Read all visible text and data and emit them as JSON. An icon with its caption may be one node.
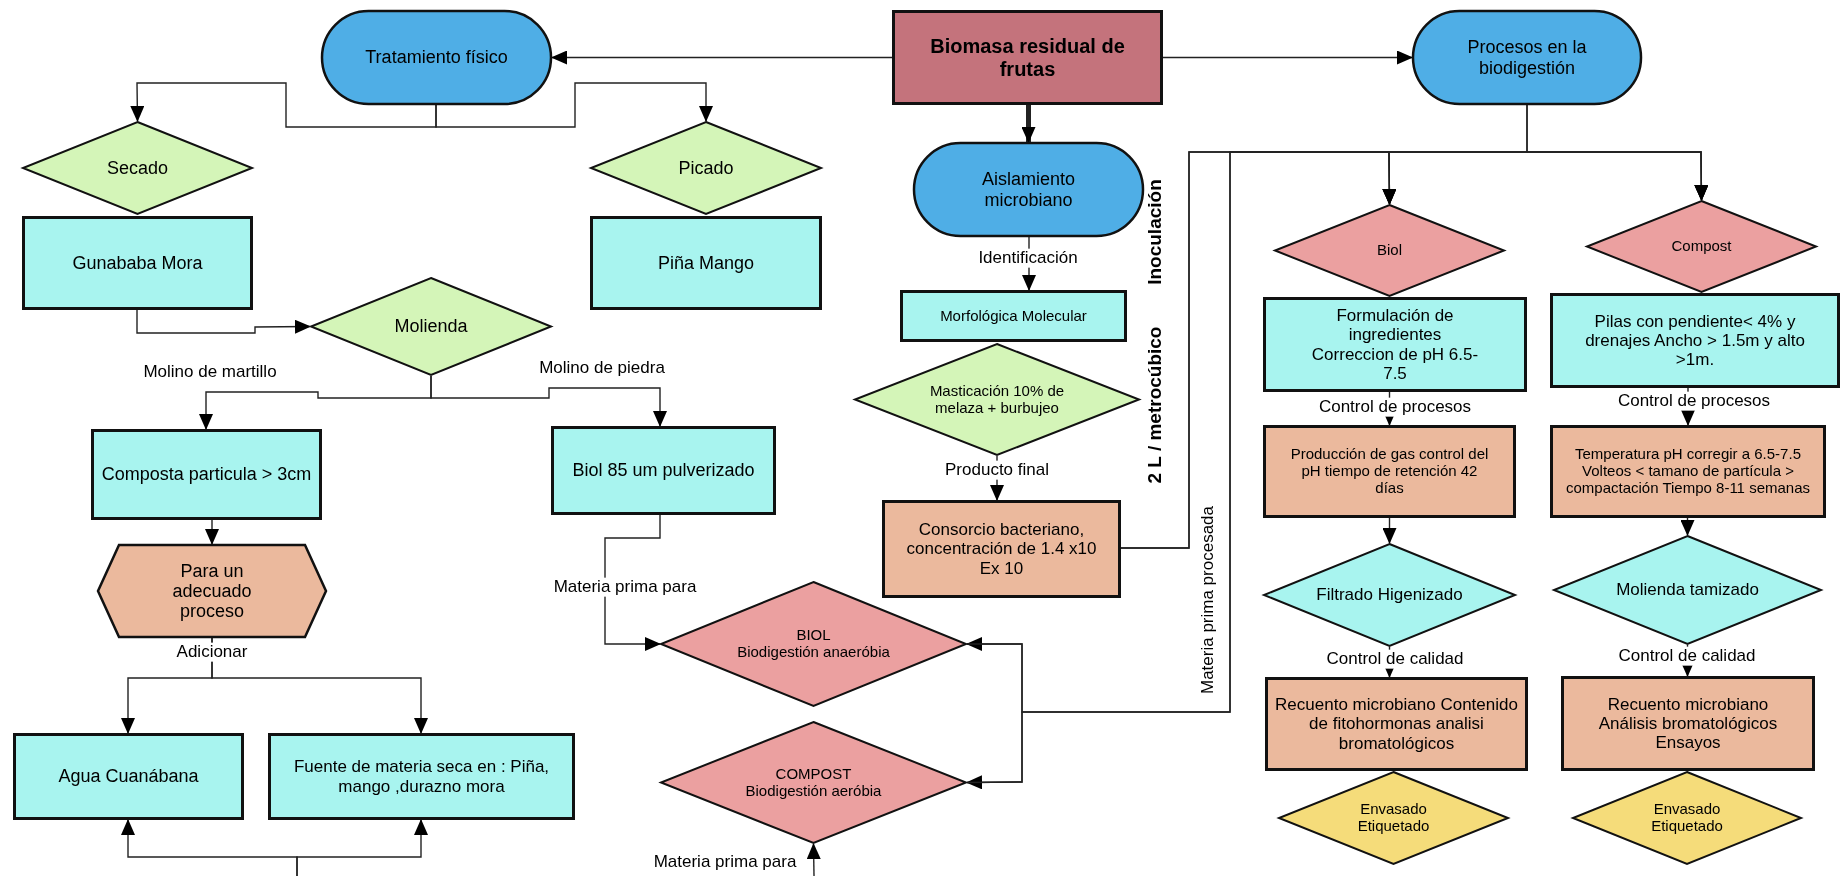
{
  "diagram": {
    "nodes": [
      {
        "text": [
          "Biomasa residual de frutas"
        ]
      },
      {
        "text": [
          "Tratamiento físico"
        ]
      },
      {
        "text": [
          "Procesos en la biodigestión"
        ]
      },
      {
        "text": [
          "Secado"
        ]
      },
      {
        "text": [
          "Picado"
        ]
      },
      {
        "text": [
          "Gunababa Mora"
        ]
      },
      {
        "text": [
          "Piña Mango"
        ]
      },
      {
        "text": [
          "Molienda"
        ]
      },
      {
        "text": [
          "Composta particula > 3cm"
        ]
      },
      {
        "text": [
          "Biol 85 um pulverizado"
        ]
      },
      {
        "text": [
          "Para un adecuado proceso"
        ]
      },
      {
        "text": [
          "Agua Cuanábana"
        ]
      },
      {
        "text": [
          "Fuente de materia seca en : Piña, mango ,durazno mora"
        ]
      },
      {
        "text": [
          "Aislamiento microbiano"
        ]
      },
      {
        "text": [
          "Morfológica Molecular"
        ]
      },
      {
        "text": [
          "Masticación 10% de melaza + burbujeo"
        ]
      },
      {
        "text": [
          "Consorcio bacteriano, concentración de 1.4 x10 Ex 10"
        ]
      },
      {
        "text": [
          "BIOL",
          "Biodigestión anaeróbia"
        ]
      },
      {
        "text": [
          "COMPOST",
          "Biodigestión aeróbia"
        ]
      },
      {
        "text": [
          "Biol"
        ]
      },
      {
        "text": [
          "Compost"
        ]
      },
      {
        "text": [
          "Formulación de ingredientes Correccion de pH 6.5-7.5"
        ]
      },
      {
        "text": [
          "Pilas con pendiente< 4% y drenajes Ancho > 1.5m y alto >1m."
        ]
      },
      {
        "text": [
          "Producción de gas control del pH tiempo de retención 42 días"
        ]
      },
      {
        "text": [
          "Temperatura pH corregir a 6.5-7.5 Volteos < tamano de partícula > compactación Tiempo 8-11 semanas"
        ]
      },
      {
        "text": [
          "Filtrado Higenizado"
        ]
      },
      {
        "text": [
          "Molienda tamizado"
        ]
      },
      {
        "text": [
          "Recuento microbiano Contenido de fitohormonas analisi bromatológicos"
        ]
      },
      {
        "text": [
          "Recuento microbiano Análisis bromatológicos Ensayos"
        ]
      },
      {
        "text": [
          "Envasado Etiquetado"
        ]
      },
      {
        "text": [
          "Envasado Etiquetado"
        ]
      }
    ],
    "edges": [
      {
        "from": 0,
        "to": 1,
        "arrow": "to"
      },
      {
        "from": 0,
        "to": 2,
        "arrow": "to"
      },
      {
        "from": 0,
        "to": 13,
        "arrow": "to",
        "style": "thick"
      },
      {
        "from": 1,
        "to": 3,
        "arrow": "to"
      },
      {
        "from": 1,
        "to": 4,
        "arrow": "to"
      },
      {
        "from": 5,
        "to": 7,
        "arrow": "to"
      },
      {
        "from": 7,
        "to": 8,
        "arrow": "to",
        "label": "Molino de martillo"
      },
      {
        "from": 7,
        "to": 9,
        "arrow": "to",
        "label": "Molino de piedra"
      },
      {
        "from": 8,
        "to": 10,
        "arrow": "to"
      },
      {
        "from": 10,
        "to": 11,
        "arrow": "to",
        "label": "Adicionar"
      },
      {
        "from": 10,
        "to": 12,
        "arrow": "to"
      },
      {
        "from": null,
        "to": 11,
        "arrow": "to"
      },
      {
        "from": null,
        "to": 12,
        "arrow": "to"
      },
      {
        "from": 9,
        "to": 17,
        "arrow": "to",
        "label": "Materia prima para"
      },
      {
        "from": null,
        "to": 18,
        "arrow": "to",
        "label": "Materia prima para"
      },
      {
        "from": 13,
        "to": 14,
        "arrow": "to",
        "label": "Identificación"
      },
      {
        "from": 15,
        "to": 16,
        "arrow": "to",
        "label": "Producto final"
      },
      {
        "from": 16,
        "to": 19,
        "arrow": "to",
        "label": "Inoculación"
      },
      {
        "from": 16,
        "to": 20,
        "arrow": "to",
        "label": "2 L / metrocúbico"
      },
      {
        "from": null,
        "to": 17,
        "arrow": "to"
      },
      {
        "from": null,
        "to": 18,
        "arrow": "to"
      },
      {
        "from": 17,
        "to": 19,
        "arrow": "to",
        "label": "Materia prima procesada"
      },
      {
        "from": 18,
        "to": 20,
        "arrow": "to"
      },
      {
        "from": 2,
        "to": 19,
        "arrow": "to"
      },
      {
        "from": 2,
        "to": 20,
        "arrow": "to"
      },
      {
        "from": 21,
        "to": 23,
        "arrow": "to",
        "label": "Control de procesos"
      },
      {
        "from": 22,
        "to": 24,
        "arrow": "to",
        "label": "Control de procesos"
      },
      {
        "from": 23,
        "to": 25,
        "arrow": "to"
      },
      {
        "from": 24,
        "to": 26,
        "arrow": "to"
      },
      {
        "from": 25,
        "to": 27,
        "arrow": "to",
        "label": "Control de calidad"
      },
      {
        "from": 26,
        "to": 28,
        "arrow": "to",
        "label": "Control de calidad"
      }
    ]
  }
}
